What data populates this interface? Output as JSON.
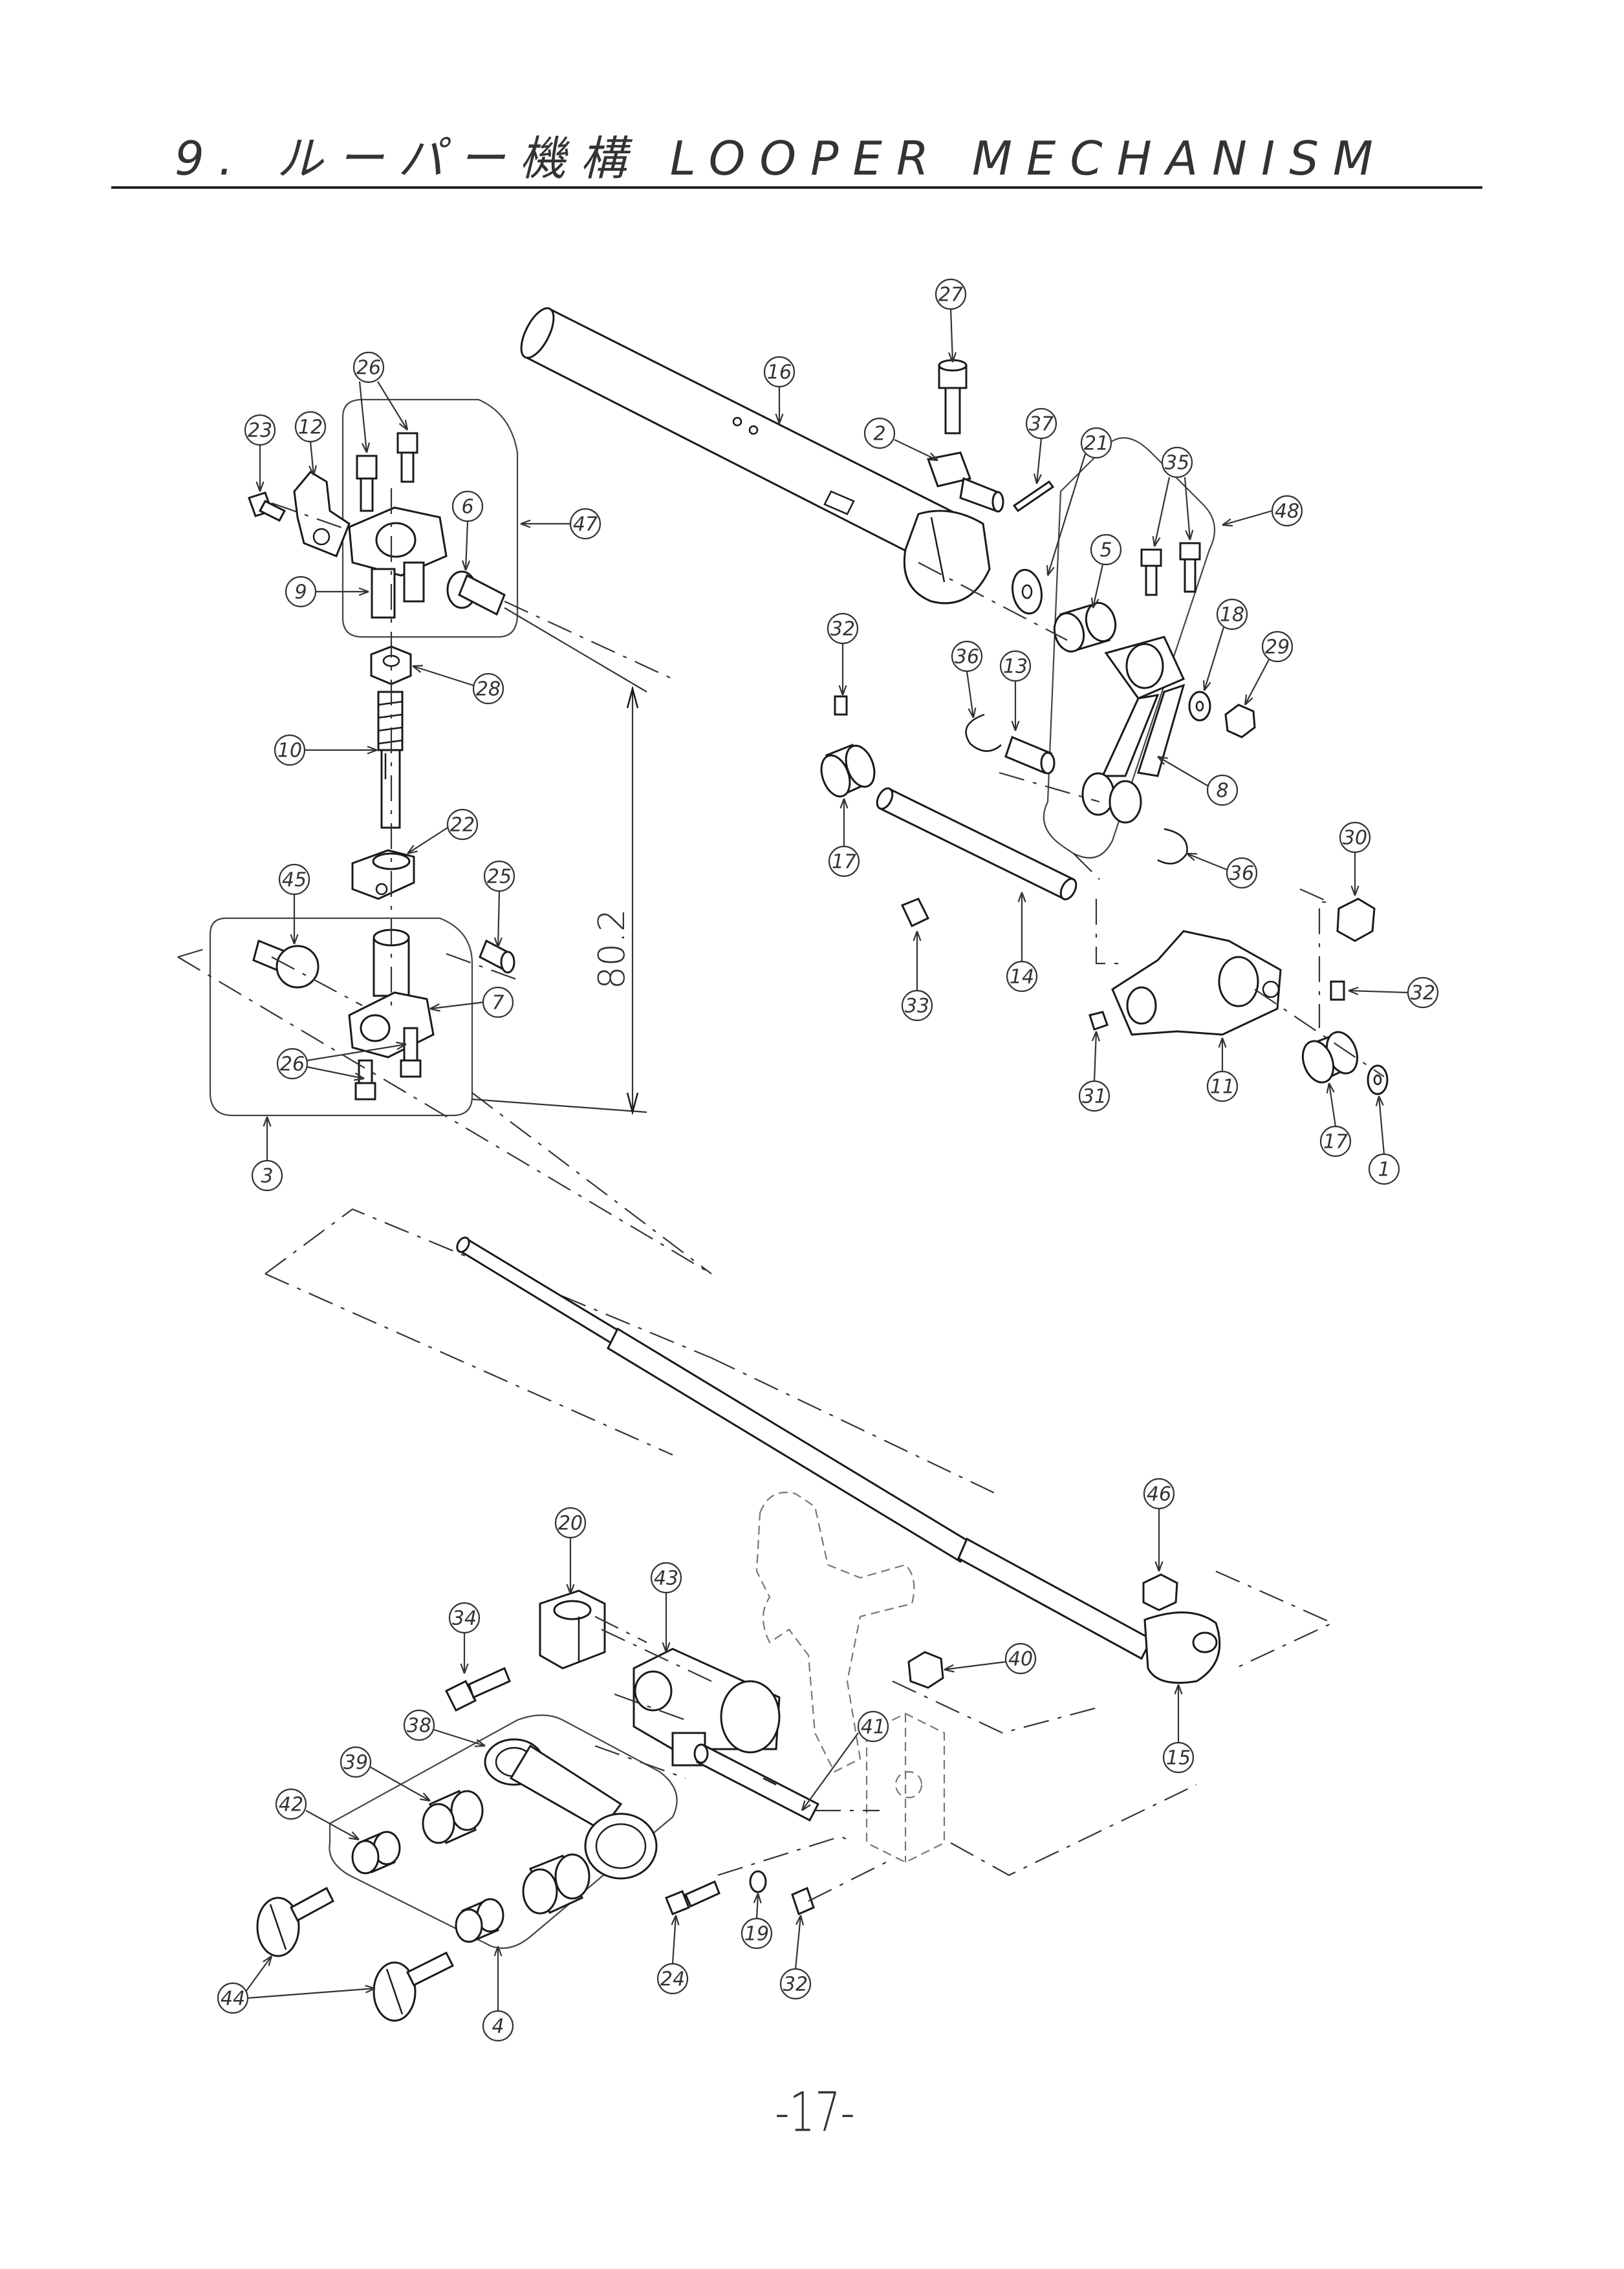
{
  "header": {
    "title": "9. ルーパー機構  LOOPER MECHANISM"
  },
  "page_number": "-17-",
  "dimension": {
    "label": "80.2"
  },
  "callouts": [
    {
      "label": "27"
    },
    {
      "label": "16"
    },
    {
      "label": "2"
    },
    {
      "label": "37"
    },
    {
      "label": "21"
    },
    {
      "label": "35"
    },
    {
      "label": "48"
    },
    {
      "label": "5"
    },
    {
      "label": "18"
    },
    {
      "label": "29"
    },
    {
      "label": "32"
    },
    {
      "label": "36"
    },
    {
      "label": "13"
    },
    {
      "label": "8"
    },
    {
      "label": "17"
    },
    {
      "label": "36"
    },
    {
      "label": "30"
    },
    {
      "label": "14"
    },
    {
      "label": "33"
    },
    {
      "label": "32"
    },
    {
      "label": "11"
    },
    {
      "label": "31"
    },
    {
      "label": "17"
    },
    {
      "label": "1"
    },
    {
      "label": "26"
    },
    {
      "label": "23"
    },
    {
      "label": "12"
    },
    {
      "label": "6"
    },
    {
      "label": "47"
    },
    {
      "label": "9"
    },
    {
      "label": "28"
    },
    {
      "label": "10"
    },
    {
      "label": "22"
    },
    {
      "label": "45"
    },
    {
      "label": "25"
    },
    {
      "label": "7"
    },
    {
      "label": "26"
    },
    {
      "label": "3"
    },
    {
      "label": "46"
    },
    {
      "label": "15"
    },
    {
      "label": "20"
    },
    {
      "label": "43"
    },
    {
      "label": "34"
    },
    {
      "label": "40"
    },
    {
      "label": "38"
    },
    {
      "label": "41"
    },
    {
      "label": "39"
    },
    {
      "label": "42"
    },
    {
      "label": "19"
    },
    {
      "label": "24"
    },
    {
      "label": "32"
    },
    {
      "label": "44"
    },
    {
      "label": "4"
    }
  ]
}
